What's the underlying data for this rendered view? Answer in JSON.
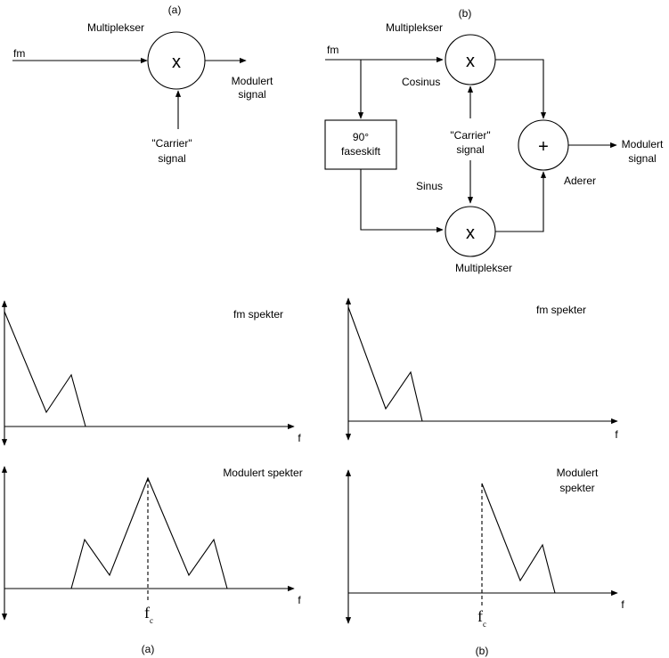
{
  "top_a": {
    "caption": "(a)",
    "multiplier_label": "Multiplekser",
    "input_label": "fm",
    "multiply_symbol": "x",
    "output_line1": "Modulert",
    "output_line2": "signal",
    "carrier_line1": "\"Carrier\"",
    "carrier_line2": "signal"
  },
  "top_b": {
    "caption": "(b)",
    "multiplier_top_label": "Multiplekser",
    "input_label": "fm",
    "multiply_symbol": "x",
    "cosinus_label": "Cosinus",
    "sinus_label": "Sinus",
    "phase_line1": "90°",
    "phase_line2": "faseskift",
    "carrier_line1": "\"Carrier\"",
    "carrier_line2": "signal",
    "add_symbol": "+",
    "adder_label": "Aderer",
    "output_line1": "Modulert",
    "output_line2": "signal",
    "multiplier_bottom_label": "Multiplekser"
  },
  "spectra_a": {
    "fm_title": "fm spekter",
    "mod_title": "Modulert spekter",
    "axis_label": "f",
    "carrier_label": "f",
    "carrier_subscript": "c",
    "caption": "(a)"
  },
  "spectra_b": {
    "fm_title": "fm spekter",
    "mod_title_line1": "Modulert",
    "mod_title_line2": "spekter",
    "axis_label": "f",
    "carrier_label": "f",
    "carrier_subscript": "c",
    "caption": "(b)"
  }
}
